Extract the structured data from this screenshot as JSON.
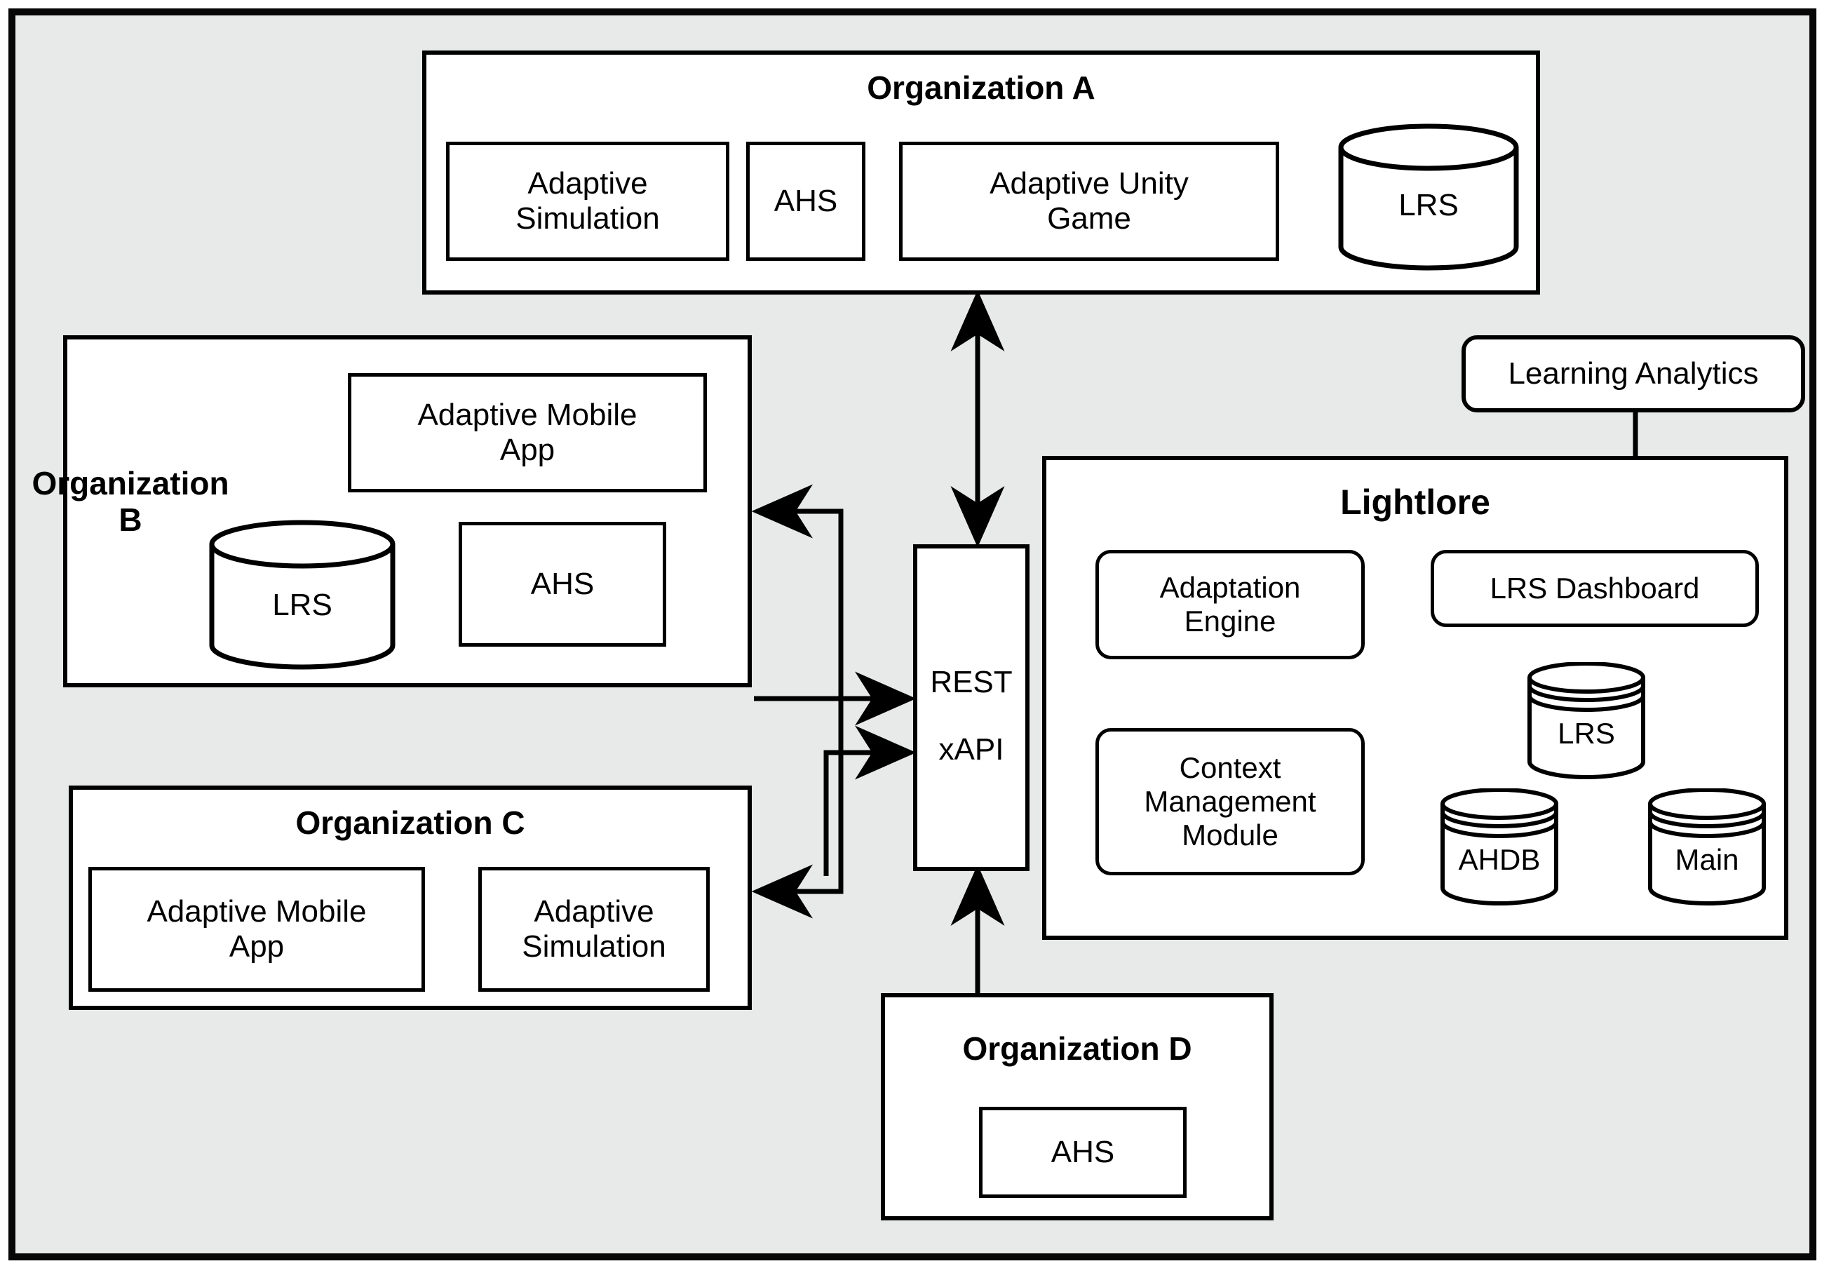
{
  "diagram": {
    "title": "Lightlore distributed adaptive learning architecture",
    "background_color": "#e8eaea",
    "line_color": "#000000",
    "node_fill": "#ffffff"
  },
  "org_a": {
    "title": "Organization A",
    "components": [
      {
        "label": "Adaptive\nSimulation",
        "shape": "rect"
      },
      {
        "label": "AHS",
        "shape": "rect"
      },
      {
        "label": "Adaptive Unity\nGame",
        "shape": "rect"
      },
      {
        "label": "LRS",
        "shape": "cylinder"
      }
    ]
  },
  "org_b": {
    "title": "Organization\nB",
    "components": [
      {
        "label": "Adaptive Mobile\nApp",
        "shape": "rect"
      },
      {
        "label": "LRS",
        "shape": "cylinder"
      },
      {
        "label": "AHS",
        "shape": "rect"
      }
    ]
  },
  "org_c": {
    "title": "Organization C",
    "components": [
      {
        "label": "Adaptive Mobile\nApp",
        "shape": "rect"
      },
      {
        "label": "Adaptive\nSimulation",
        "shape": "rect"
      }
    ]
  },
  "org_d": {
    "title": "Organization D",
    "components": [
      {
        "label": "AHS",
        "shape": "rect"
      }
    ]
  },
  "api": {
    "line1": "REST",
    "line2": "xAPI"
  },
  "learning_analytics": {
    "label": "Learning Analytics"
  },
  "lightlore": {
    "title": "Lightlore",
    "modules": [
      {
        "label": "Adaptation\nEngine",
        "shape": "rounded-rect"
      },
      {
        "label": "Context\nManagement\nModule",
        "shape": "rounded-rect"
      },
      {
        "label": "LRS Dashboard",
        "shape": "rounded-rect"
      }
    ],
    "datastores": [
      {
        "label": "LRS",
        "shape": "stacked-cylinder"
      },
      {
        "label": "AHDB",
        "shape": "stacked-cylinder"
      },
      {
        "label": "Main",
        "shape": "stacked-cylinder"
      }
    ]
  },
  "connections": [
    {
      "from": "Organization A",
      "to": "REST xAPI",
      "type": "bidirectional"
    },
    {
      "from": "REST xAPI",
      "to": "Organization B",
      "type": "directed"
    },
    {
      "from": "Organization B",
      "to": "REST xAPI",
      "type": "directed"
    },
    {
      "from": "REST xAPI",
      "to": "Organization C",
      "type": "directed"
    },
    {
      "from": "Organization C",
      "to": "REST xAPI",
      "type": "directed"
    },
    {
      "from": "Organization D",
      "to": "REST xAPI",
      "type": "directed"
    },
    {
      "from": "Learning Analytics",
      "to": "Lightlore",
      "type": "plain"
    }
  ]
}
